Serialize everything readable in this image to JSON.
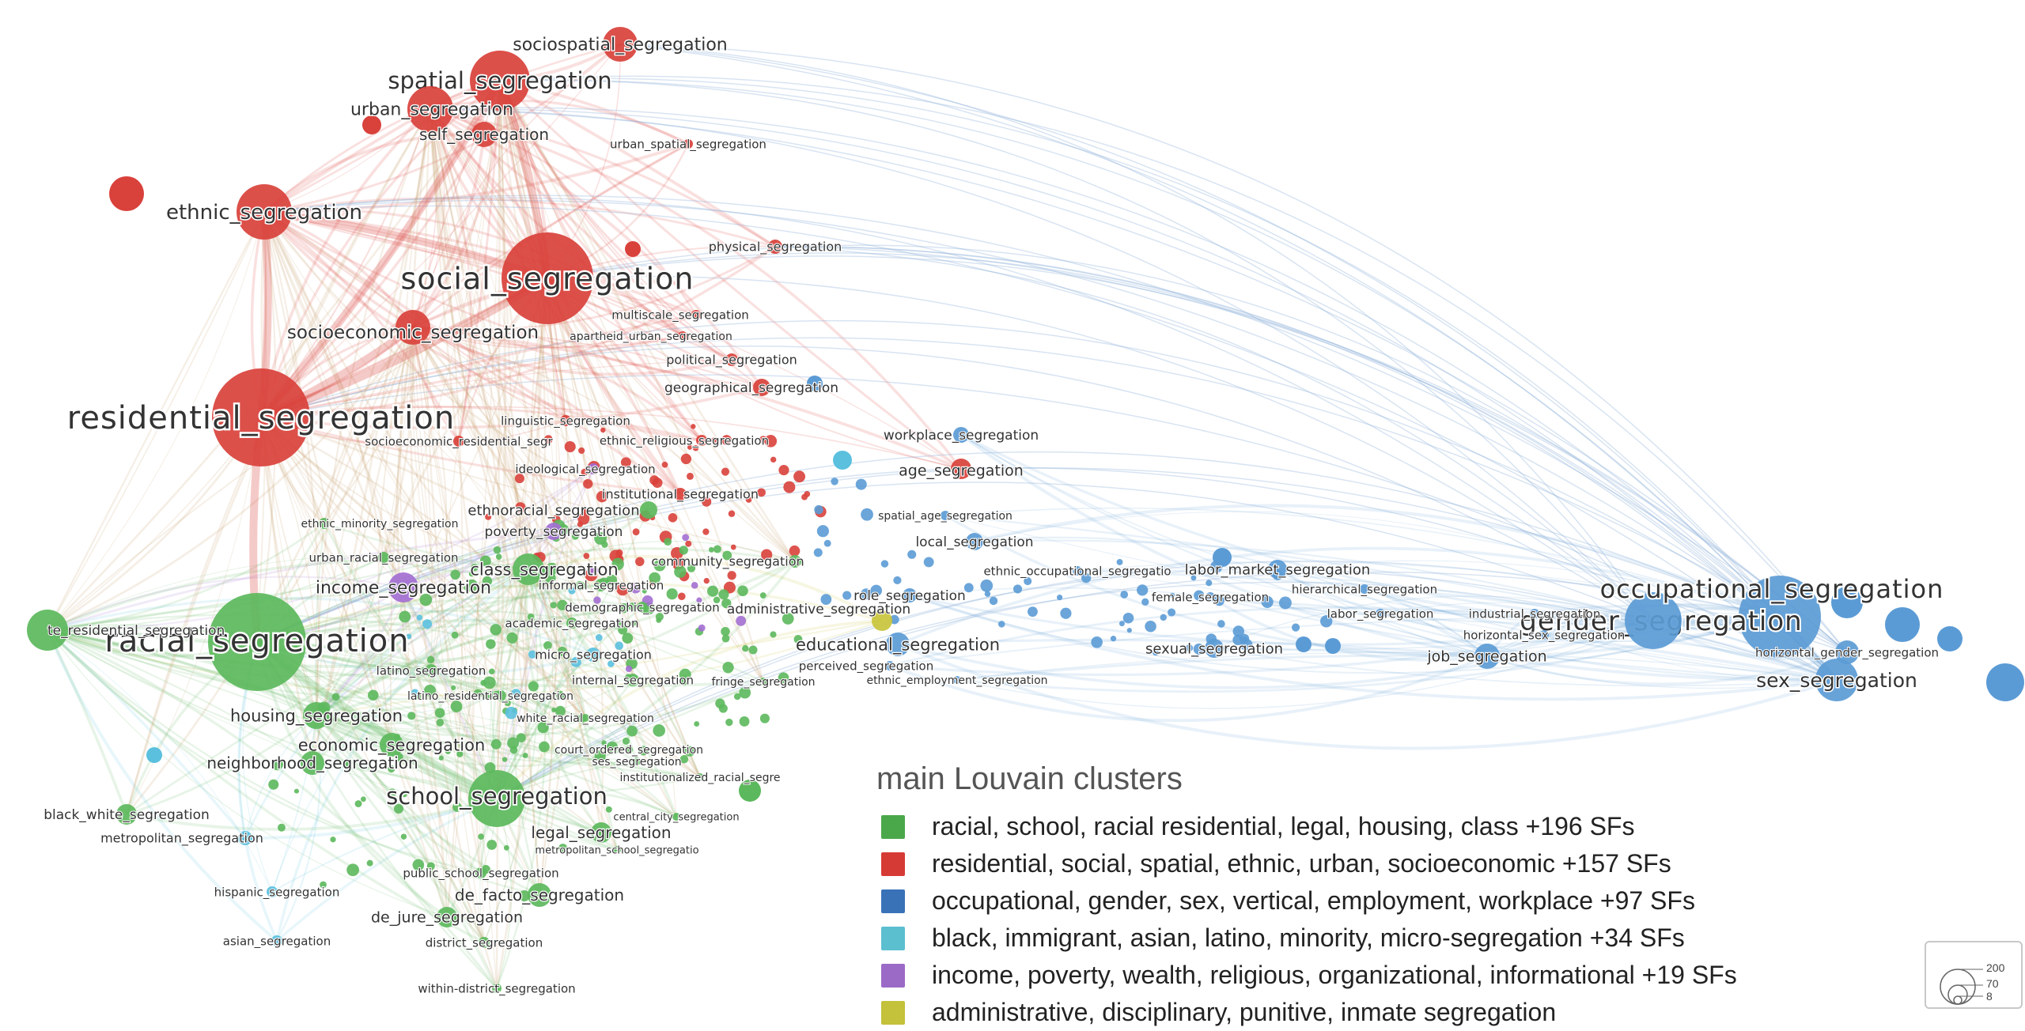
{
  "legend": {
    "title": "main Louvain clusters",
    "items": [
      {
        "label": "racial, school, racial residential, legal, housing, class +196 SFs",
        "color": "#4aa84a"
      },
      {
        "label": "residential, social, spatial, ethnic, urban, socioeconomic +157 SFs",
        "color": "#d63a35"
      },
      {
        "label": "occupational, gender, sex, vertical, employment, workplace +97 SFs",
        "color": "#3a72b8"
      },
      {
        "label": "black, immigrant, asian, latino, minority, micro-segregation +34 SFs",
        "color": "#5bbfd0"
      },
      {
        "label": "income, poverty, wealth, religious, organizational, informational +19 SFs",
        "color": "#9b6ac7"
      },
      {
        "label": "administrative, disciplinary, punitive, inmate segregation",
        "color": "#c4c13a"
      }
    ]
  },
  "size_key": {
    "values": [
      "200",
      "70",
      "8"
    ]
  },
  "clusters": {
    "green": "#5cb85c",
    "red": "#d9413b",
    "blue": "#5b9bd5",
    "cyan": "#5bc0de",
    "purple": "#a36fd1",
    "yellow": "#c9c43c"
  },
  "nodes": [
    {
      "id": "racial_segregation",
      "c": "green",
      "w": 120,
      "fs": 40
    },
    {
      "id": "residential_segregation",
      "c": "red",
      "w": 120,
      "fs": 40
    },
    {
      "id": "social_segregation",
      "c": "red",
      "w": 112,
      "fs": 38
    },
    {
      "id": "gender_segregation",
      "c": "blue",
      "w": 100,
      "fs": 34
    },
    {
      "id": "occupational_segregation",
      "c": "blue",
      "w": 60,
      "fs": 32
    },
    {
      "id": "spatial_segregation",
      "c": "red",
      "w": 74,
      "fs": 29
    },
    {
      "id": "school_segregation",
      "c": "green",
      "w": 70,
      "fs": 29
    },
    {
      "id": "ethnic_segregation",
      "c": "red",
      "w": 68,
      "fs": 26
    },
    {
      "id": "sex_segregation",
      "c": "blue",
      "w": 52,
      "fs": 25
    },
    {
      "id": "socioeconomic_segregation",
      "c": "red",
      "w": 44,
      "fs": 23
    },
    {
      "id": "sociospatial_segregation",
      "c": "red",
      "w": 44,
      "fs": 22
    },
    {
      "id": "urban_segregation",
      "c": "red",
      "w": 58,
      "fs": 22
    },
    {
      "id": "income_segregation",
      "c": "purple",
      "w": 38,
      "fs": 22
    },
    {
      "id": "class_segregation",
      "c": "green",
      "w": 40,
      "fs": 21
    },
    {
      "id": "housing_segregation",
      "c": "green",
      "w": 34,
      "fs": 21
    },
    {
      "id": "economic_segregation",
      "c": "green",
      "w": 30,
      "fs": 21
    },
    {
      "id": "educational_segregation",
      "c": "blue",
      "w": 30,
      "fs": 21
    },
    {
      "id": "neighborhood_segregation",
      "c": "green",
      "w": 30,
      "fs": 20
    },
    {
      "id": "self_segregation",
      "c": "red",
      "w": 32,
      "fs": 20
    },
    {
      "id": "de_facto_segregation",
      "c": "green",
      "w": 30,
      "fs": 20
    },
    {
      "id": "legal_segregation",
      "c": "green",
      "w": 26,
      "fs": 20
    },
    {
      "id": "age_segregation",
      "c": "red",
      "w": 26,
      "fs": 19
    },
    {
      "id": "de_jure_segregation",
      "c": "green",
      "w": 26,
      "fs": 19
    },
    {
      "id": "job_segregation",
      "c": "blue",
      "w": 32,
      "fs": 19
    },
    {
      "id": "ethnoracial_segregation",
      "c": "green",
      "w": 22,
      "fs": 18
    },
    {
      "id": "labor_market_segregation",
      "c": "blue",
      "w": 24,
      "fs": 18
    },
    {
      "id": "sexual_segregation",
      "c": "blue",
      "w": 24,
      "fs": 18
    },
    {
      "id": "local_segregation",
      "c": "blue",
      "w": 22,
      "fs": 17
    },
    {
      "id": "workplace_segregation",
      "c": "blue",
      "w": 20,
      "fs": 17
    },
    {
      "id": "poverty_segregation",
      "c": "purple",
      "w": 22,
      "fs": 17
    },
    {
      "id": "administrative_segregation",
      "c": "yellow",
      "w": 26,
      "fs": 17
    },
    {
      "id": "role_segregation",
      "c": "blue",
      "w": 18,
      "fs": 17
    },
    {
      "id": "black_white_segregation",
      "c": "green",
      "w": 26,
      "fs": 17
    },
    {
      "id": "geographical_segregation",
      "c": "red",
      "w": 22,
      "fs": 17
    },
    {
      "id": "micro_segregation",
      "c": "cyan",
      "w": 18,
      "fs": 16
    },
    {
      "id": "metropolitan_segregation",
      "c": "cyan",
      "w": 18,
      "fs": 16
    },
    {
      "id": "physical_segregation",
      "c": "red",
      "w": 18,
      "fs": 16
    },
    {
      "id": "political_segregation",
      "c": "red",
      "w": 16,
      "fs": 16
    },
    {
      "id": "institutional_segregation",
      "c": "red",
      "w": 16,
      "fs": 16
    },
    {
      "id": "community_segregation",
      "c": "green",
      "w": 16,
      "fs": 16
    },
    {
      "id": "latino_segregation",
      "c": "green",
      "w": 16,
      "fs": 15
    },
    {
      "id": "internal_segregation",
      "c": "green",
      "w": 16,
      "fs": 15
    },
    {
      "id": "informal_segregation",
      "c": "green",
      "w": 16,
      "fs": 15
    },
    {
      "id": "public_school_segregation",
      "c": "green",
      "w": 14,
      "fs": 15
    },
    {
      "id": "hispanic_segregation",
      "c": "cyan",
      "w": 14,
      "fs": 15
    },
    {
      "id": "asian_segregation",
      "c": "cyan",
      "w": 14,
      "fs": 15
    },
    {
      "id": "district_segregation",
      "c": "green",
      "w": 14,
      "fs": 15
    },
    {
      "id": "within-district_segregation",
      "c": "green",
      "w": 12,
      "fs": 15
    },
    {
      "id": "te_residential_segregation",
      "c": "green",
      "w": 50,
      "fs": 17
    },
    {
      "id": "academic_segregation",
      "c": "green",
      "w": 14,
      "fs": 15
    },
    {
      "id": "demographic_segregation",
      "c": "green",
      "w": 14,
      "fs": 15
    },
    {
      "id": "urban_racial_segregation",
      "c": "green",
      "w": 14,
      "fs": 15
    },
    {
      "id": "ethnic_minority_segregation",
      "c": "green",
      "w": 14,
      "fs": 14
    },
    {
      "id": "ideological_segregation",
      "c": "purple",
      "w": 14,
      "fs": 15
    },
    {
      "id": "linguistic_segregation",
      "c": "red",
      "w": 14,
      "fs": 15
    },
    {
      "id": "socioeconomic_residential_segr",
      "c": "red",
      "w": 14,
      "fs": 15
    },
    {
      "id": "ethnic_religious_segregation",
      "c": "red",
      "w": 14,
      "fs": 15
    },
    {
      "id": "multiscale_segregation",
      "c": "red",
      "w": 12,
      "fs": 15
    },
    {
      "id": "apartheid_urban_segregation",
      "c": "red",
      "w": 12,
      "fs": 14
    },
    {
      "id": "urban_spatial_segregation",
      "c": "red",
      "w": 12,
      "fs": 15
    },
    {
      "id": "spatial_age_segregation",
      "c": "blue",
      "w": 12,
      "fs": 14
    },
    {
      "id": "ethnic_occupational_segregatio",
      "c": "blue",
      "w": 12,
      "fs": 15
    },
    {
      "id": "female_segregation",
      "c": "blue",
      "w": 12,
      "fs": 15
    },
    {
      "id": "hierarchical_segregation",
      "c": "blue",
      "w": 12,
      "fs": 15
    },
    {
      "id": "labor_segregation",
      "c": "blue",
      "w": 12,
      "fs": 15
    },
    {
      "id": "industrial_segregation",
      "c": "blue",
      "w": 12,
      "fs": 15
    },
    {
      "id": "horizontal_sex_segregation",
      "c": "blue",
      "w": 12,
      "fs": 15
    },
    {
      "id": "horizontal_gender_segregation",
      "c": "blue",
      "w": 30,
      "fs": 15
    },
    {
      "id": "perceived_segregation",
      "c": "blue",
      "w": 12,
      "fs": 15
    },
    {
      "id": "ethnic_employment_segregation",
      "c": "blue",
      "w": 10,
      "fs": 14
    },
    {
      "id": "fringe_segregation",
      "c": "green",
      "w": 10,
      "fs": 14
    },
    {
      "id": "latino_residential_segregation",
      "c": "green",
      "w": 10,
      "fs": 14
    },
    {
      "id": "white_racial_segregation",
      "c": "green",
      "w": 10,
      "fs": 14
    },
    {
      "id": "court_ordered_segregation",
      "c": "green",
      "w": 10,
      "fs": 14
    },
    {
      "id": "ses_segregation",
      "c": "green",
      "w": 10,
      "fs": 14
    },
    {
      "id": "institutionalized_racial_segre",
      "c": "green",
      "w": 10,
      "fs": 14
    },
    {
      "id": "central_city_segregation",
      "c": "green",
      "w": 10,
      "fs": 13
    },
    {
      "id": "metropolitan_school_segregatio",
      "c": "green",
      "w": 10,
      "fs": 13
    }
  ]
}
